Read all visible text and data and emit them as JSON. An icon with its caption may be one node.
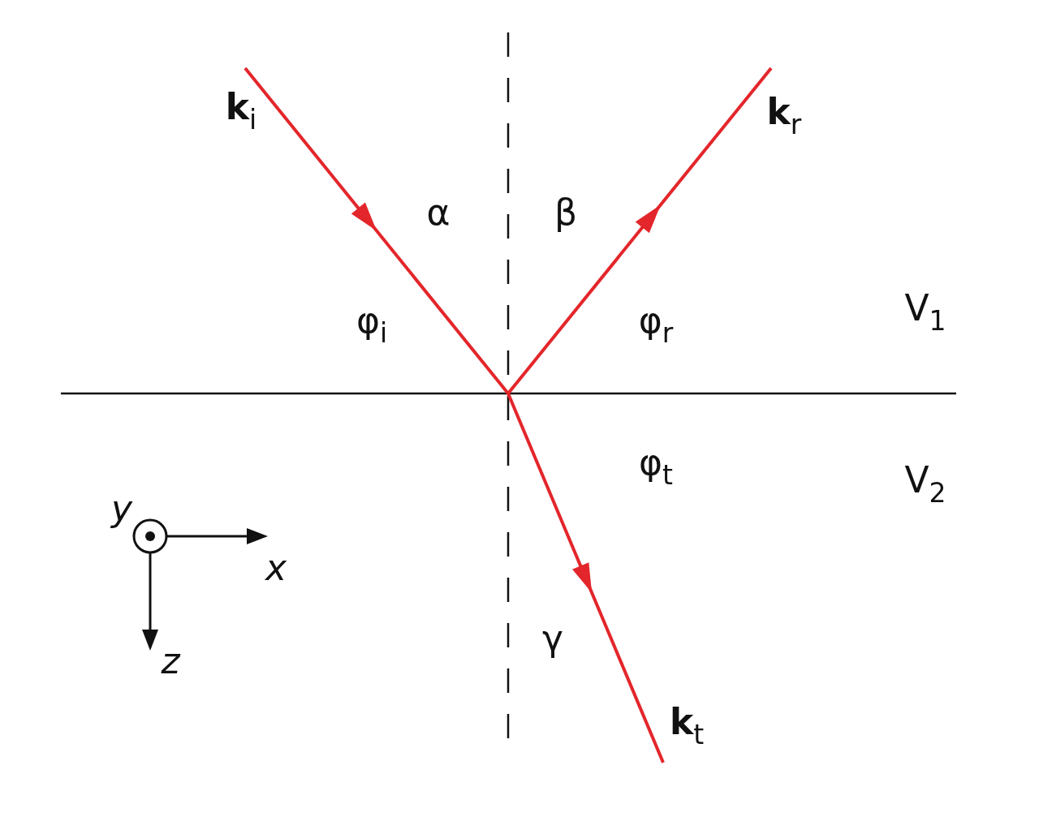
{
  "diagram": {
    "labels": [
      "**k**$_{i}$",
      "**k**$_{r}$",
      "α",
      "β",
      "φ$_{i}$",
      "V$_{1}$",
      "φ$_{r}$",
      "φ$_{t}$",
      "V$_{2}$",
      "y",
      "x",
      "γ",
      "z",
      "**k**$_{t}$"
    ]
  }
}
